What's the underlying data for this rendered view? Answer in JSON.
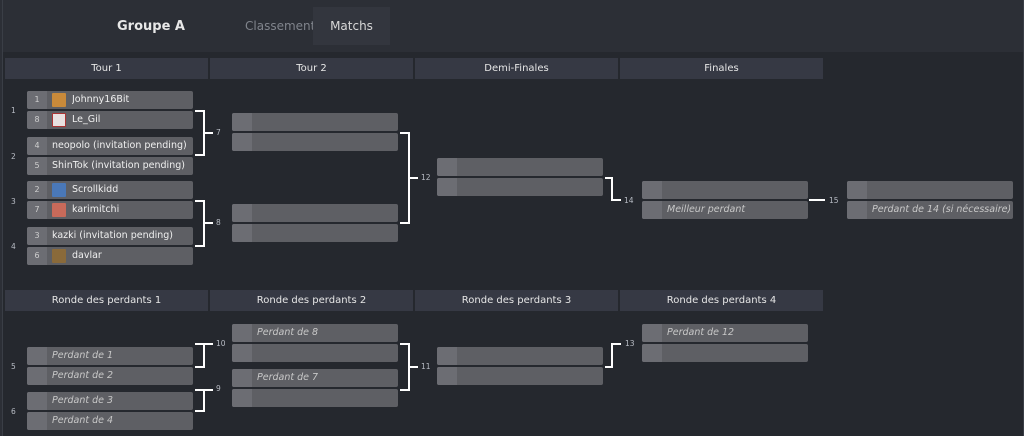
{
  "header": {
    "group_title": "Groupe A",
    "tab_classement": "Classement",
    "tab_matchs": "Matchs"
  },
  "rounds_upper": [
    "Tour 1",
    "Tour 2",
    "Demi-Finales",
    "Finales"
  ],
  "rounds_lower": [
    "Ronde des perdants 1",
    "Ronde des perdants 2",
    "Ronde des perdants 3",
    "Ronde des perdants 4"
  ],
  "upper": {
    "m1": {
      "num": "1",
      "p1": {
        "seed": "1",
        "name": "Johnny16Bit",
        "avatar": "#c98a3a"
      },
      "p2": {
        "seed": "8",
        "name": "Le_Gil",
        "avatar": "#e8e0e0"
      }
    },
    "m2": {
      "num": "2",
      "p1": {
        "seed": "4",
        "name": "neopolo (invitation pending)"
      },
      "p2": {
        "seed": "5",
        "name": "ShinTok (invitation pending)"
      }
    },
    "m3": {
      "num": "3",
      "p1": {
        "seed": "2",
        "name": "Scrollkidd",
        "avatar": "#4a78b8"
      },
      "p2": {
        "seed": "7",
        "name": "karimitchi",
        "avatar": "#c86a5a"
      }
    },
    "m4": {
      "num": "4",
      "p1": {
        "seed": "3",
        "name": "kazki (invitation pending)"
      },
      "p2": {
        "seed": "6",
        "name": "davlar",
        "avatar": "#8a6a3a"
      }
    },
    "m7": {
      "num": "7"
    },
    "m8": {
      "num": "8"
    },
    "m12": {
      "num": "12"
    },
    "m14": {
      "num": "14",
      "p2": "Meilleur perdant"
    },
    "m15": {
      "num": "15",
      "p2": "Perdant de 14 (si nécessaire)"
    }
  },
  "lower": {
    "m5": {
      "num": "5",
      "p1": "Perdant de 1",
      "p2": "Perdant de 2"
    },
    "m6": {
      "num": "6",
      "p1": "Perdant de 3",
      "p2": "Perdant de 4"
    },
    "m10": {
      "num": "10",
      "p1": "Perdant de 8"
    },
    "m9": {
      "num": "9",
      "p1": "Perdant de 7"
    },
    "m11": {
      "num": "11"
    },
    "m13": {
      "num": "13",
      "p1": "Perdant de 12"
    }
  }
}
